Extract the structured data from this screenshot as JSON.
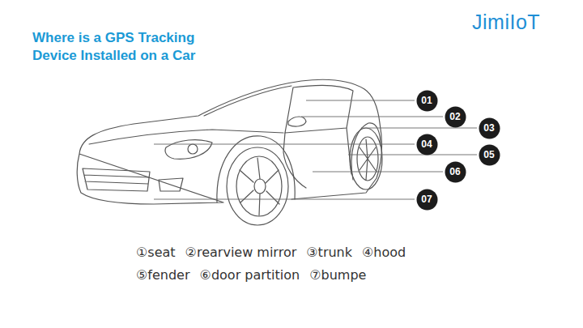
{
  "diagram": {
    "title": "Where is a GPS Tracking Device Installed on a Car",
    "nodes": [
      {
        "text": [
          "01"
        ]
      },
      {
        "text": [
          "02"
        ]
      },
      {
        "text": [
          "03"
        ]
      },
      {
        "text": [
          "04"
        ]
      },
      {
        "text": [
          "05"
        ]
      },
      {
        "text": [
          "06"
        ]
      },
      {
        "text": [
          "07"
        ]
      }
    ],
    "labels": [
      "JimiIoT",
      "①seat",
      "②rearview mirror",
      "③trunk",
      "④hood",
      "⑤fender",
      "⑥door partition",
      "⑦bumpe"
    ]
  }
}
